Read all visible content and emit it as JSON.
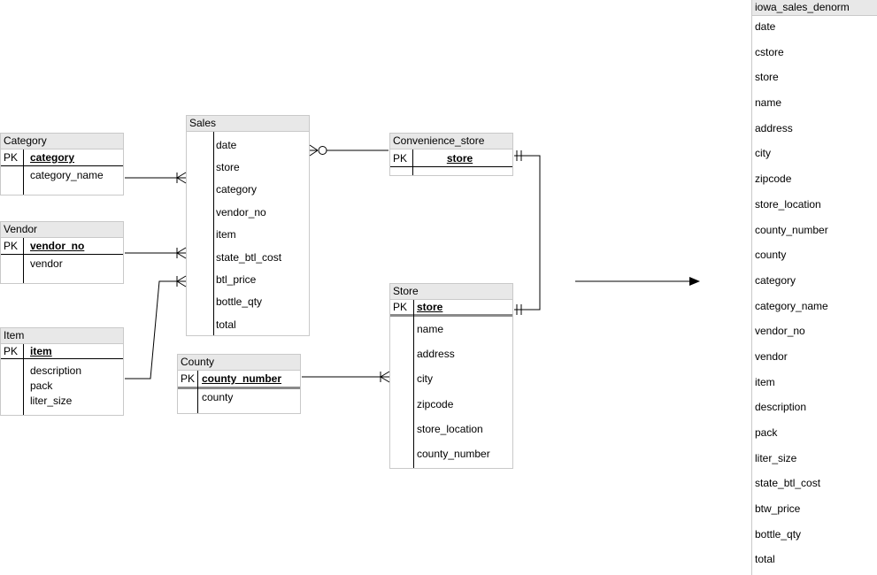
{
  "tables": {
    "category": {
      "title": "Category",
      "pk_label": "PK",
      "pk_field": "category",
      "fields": [
        "category_name"
      ]
    },
    "vendor": {
      "title": "Vendor",
      "pk_label": "PK",
      "pk_field": "vendor_no",
      "fields": [
        "vendor"
      ]
    },
    "item": {
      "title": "Item",
      "pk_label": "PK",
      "pk_field": "item",
      "fields": [
        "description",
        "pack",
        "liter_size"
      ]
    },
    "sales": {
      "title": "Sales",
      "fields": [
        "date",
        "store",
        "category",
        "vendor_no",
        "item",
        "state_btl_cost",
        "btl_price",
        "bottle_qty",
        "total"
      ]
    },
    "convenience_store": {
      "title": "Convenience_store",
      "pk_label": "PK",
      "pk_field": "store",
      "fields": []
    },
    "store": {
      "title": "Store",
      "pk_label": "PK",
      "pk_field": "store",
      "fields": [
        "name",
        "address",
        "city",
        "zipcode",
        "store_location",
        "county_number"
      ]
    },
    "county": {
      "title": "County",
      "pk_label": "PK",
      "pk_field": "county_number",
      "fields": [
        "county"
      ]
    }
  },
  "denorm": {
    "title": "iowa_sales_denorm",
    "fields": [
      "date",
      "cstore",
      "store",
      "name",
      "address",
      "city",
      "zipcode",
      "store_location",
      "county_number",
      "county",
      "category",
      "category_name",
      "vendor_no",
      "vendor",
      "item",
      "description",
      "pack",
      "liter_size",
      "state_btl_cost",
      "btw_price",
      "bottle_qty",
      "total"
    ]
  },
  "colors": {
    "background": "#ffffff",
    "header_bg": "#e8e8e8",
    "table_border": "#c9c9c9",
    "connector": "#000000",
    "pk_divider_strong": "#8a8a8a"
  }
}
